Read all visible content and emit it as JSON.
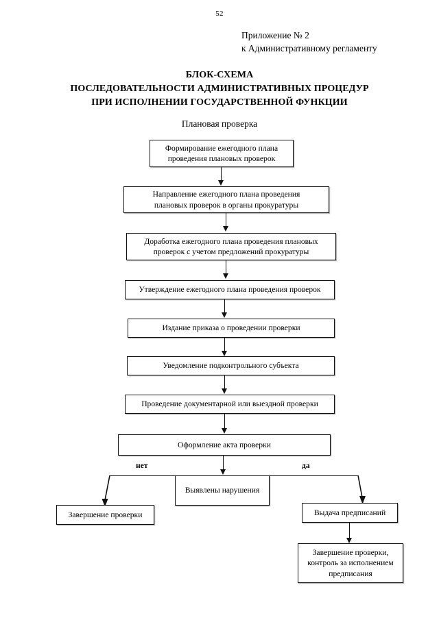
{
  "document": {
    "page_number": "52",
    "appendix_lines": [
      "Приложение № 2",
      "к Административному регламенту"
    ],
    "title_lines": [
      "БЛОК-СХЕМА",
      "ПОСЛЕДОВАТЕЛЬНОСТИ АДМИНИСТРАТИВНЫХ ПРОЦЕДУР",
      "ПРИ ИСПОЛНЕНИИ ГОСУДАРСТВЕННОЙ ФУНКЦИИ"
    ],
    "subtitle": "Плановая проверка"
  },
  "flowchart": {
    "nodes": [
      {
        "id": "node-1",
        "name": "node-formirovanie-plana",
        "line1": "Формирование ежегодного плана",
        "line2": "проведения плановых проверок"
      },
      {
        "id": "node-2",
        "name": "node-napravlenie-plana",
        "line1": "Направление ежегодного плана проведения",
        "line2": "плановых проверок в органы прокуратуры"
      },
      {
        "id": "node-3",
        "name": "node-dorabotka-plana",
        "line1": "Доработка ежегодного плана проведения плановых",
        "line2": "проверок с учетом предложений прокуратуры"
      },
      {
        "id": "node-4",
        "name": "node-utverzhdenie-plana",
        "line1": "Утверждение ежегодного плана проведения проверок",
        "line2": ""
      },
      {
        "id": "node-5",
        "name": "node-izdanie-prikaza",
        "line1": "Издание приказа о проведении проверки",
        "line2": ""
      },
      {
        "id": "node-6",
        "name": "node-uvedomlenie-subjekta",
        "line1": "Уведомление подконтрольного субъекта",
        "line2": ""
      },
      {
        "id": "node-7",
        "name": "node-provedenie-proverki",
        "line1": "Проведение документарной или выездной проверки",
        "line2": ""
      },
      {
        "id": "node-8",
        "name": "node-oformlenie-akta",
        "line1": "Оформление акта проверки",
        "line2": ""
      },
      {
        "id": "node-9",
        "name": "node-vyyavleny-narusheniya",
        "line1": "Выявлены нарушения",
        "line2": ""
      },
      {
        "id": "node-10",
        "name": "node-zavershenie-proverki",
        "line1": "Завершение проверки",
        "line2": ""
      },
      {
        "id": "node-11",
        "name": "node-vydacha-predpisaniy",
        "line1": "Выдача предписаний",
        "line2": ""
      },
      {
        "id": "node-12",
        "name": "node-zavershenie-kontrol",
        "line1": "Завершение проверки,",
        "line2": "контроль за исполнением",
        "line3": "предписания"
      }
    ],
    "branches": {
      "no_label": "нет",
      "yes_label": "да"
    }
  }
}
